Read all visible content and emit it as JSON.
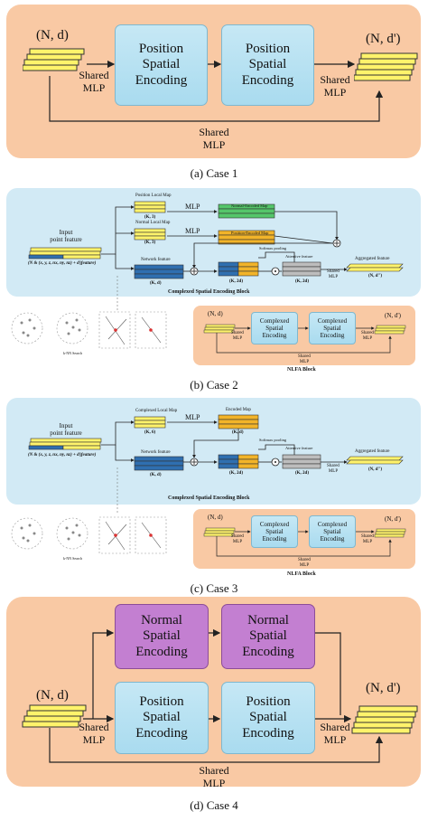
{
  "colors": {
    "orange_bg": "#f9c9a4",
    "blue_bg": "#d2eaf5",
    "blue_box": "#b4e0f2",
    "purple_box": "#c37fd1",
    "yellow": "#fff36b",
    "green": "#55c66a",
    "dark_blue": "#2f6fb0",
    "gold": "#f2b429",
    "gray": "#bdbdbd"
  },
  "case1": {
    "in_label": "(N, d)",
    "out_label": "(N, d')",
    "box1": "Position\nSpatial\nEncoding",
    "box2": "Position\nSpatial\nEncoding",
    "mlp_left": "Shared\nMLP",
    "mlp_right": "Shared\nMLP",
    "mlp_bottom": "Shared\nMLP",
    "caption": "(a) Case 1"
  },
  "case2": {
    "input_title": "Input\npoint feature",
    "input_formula": "(N & (x, y, z, nx, ny, nz) + d||feature)",
    "pos_local_map": "Position Local Map",
    "pos_dims": "(K, 3)",
    "normal_local_map": "Normal Local Map",
    "normal_dims": "(K, 3)",
    "mlp1": "MLP",
    "mlp2": "MLP",
    "normal_encoded": "Normal-Encoded Map",
    "position_encoded": "Position-Encoded Map",
    "network_feature": "Network feature",
    "nf_dims": "(K, d)",
    "softmax": "Softmax pooling",
    "concat_dims": "(K, 2d)",
    "attentive": "Attentive feature",
    "att_dims": "(K, 2d)",
    "shared_mlp": "Shared\nMLP",
    "aggregated": "Aggregated feature",
    "agg_dims": "(N, d'')",
    "block_title": "Complexed  Spatial  Encoding  Block",
    "knn": "k-NN Search",
    "nlfa_in": "(N, d)",
    "nlfa_out": "(N, d')",
    "nlfa_box1": "Complexed\nSpatial\nEncoding",
    "nlfa_box2": "Complexed\nSpatial\nEncoding",
    "nlfa_mlp_left": "Shared\nMLP",
    "nlfa_mlp_right": "Shared\nMLP",
    "nlfa_mlp_bottom": "Shared\nMLP",
    "nlfa_title": "NLFA Block",
    "caption": "(b) Case 2"
  },
  "case3": {
    "input_title": "Input\npoint feature",
    "input_formula": "(N & (x, y, z, nx, ny, nz) + d||feature)",
    "complex_local_map": "Complexed Local Map",
    "cl_dims": "(K, 6)",
    "mlp": "MLP",
    "encoded_map": "Encoded Map",
    "em_dims": "(K, d)",
    "network_feature": "Network feature",
    "nf_dims": "(K, d)",
    "softmax": "Softmax pooling",
    "concat_dims": "(K, 2d)",
    "attentive": "Attentive feature",
    "att_dims": "(K, 2d)",
    "shared_mlp": "Shared\nMLP",
    "aggregated": "Aggregated feature",
    "agg_dims": "(N, d'')",
    "block_title": "Complexed  Spatial  Encoding  Block",
    "knn": "k-NN Search",
    "nlfa_in": "(N, d)",
    "nlfa_out": "(N, d')",
    "nlfa_box1": "Complexed\nSpatial\nEncoding",
    "nlfa_box2": "Complexed\nSpatial\nEncoding",
    "nlfa_mlp_left": "Shared\nMLP",
    "nlfa_mlp_right": "Shared\nMLP",
    "nlfa_mlp_bottom": "Shared\nMLP",
    "nlfa_title": "NLFA Block",
    "caption": "(c) Case 3"
  },
  "case4": {
    "in_label": "(N, d)",
    "out_label": "(N, d')",
    "normal1": "Normal\nSpatial\nEncoding",
    "normal2": "Normal\nSpatial\nEncoding",
    "pos1": "Position\nSpatial\nEncoding",
    "pos2": "Position\nSpatial\nEncoding",
    "mlp_left": "Shared\nMLP",
    "mlp_right": "Shared\nMLP",
    "mlp_bottom": "Shared\nMLP",
    "caption": "(d) Case 4"
  }
}
